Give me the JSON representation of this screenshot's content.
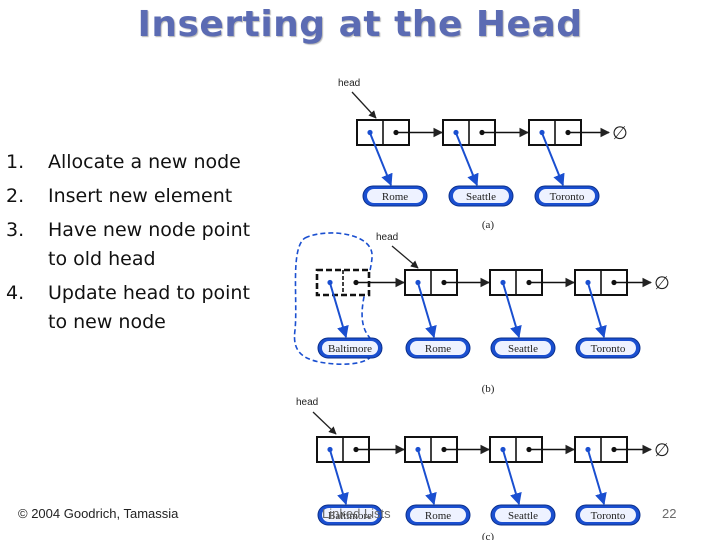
{
  "slide": {
    "title": "Inserting at the Head",
    "steps": [
      {
        "num": "1.",
        "text": "Allocate a new node"
      },
      {
        "num": "2.",
        "text": "Insert new element"
      },
      {
        "num": "3.",
        "text": "Have new node point to old head"
      },
      {
        "num": "4.",
        "text": "Update head to point to new node"
      }
    ],
    "footer_left": "© 2004 Goodrich, Tamassia",
    "footer_center": "Linked Lists",
    "page_number": "22"
  },
  "diagram": {
    "pointer_label": "head",
    "null_symbol": "∅",
    "panels": [
      {
        "caption": "(a)",
        "elements": [
          "Rome",
          "Seattle",
          "Toronto"
        ]
      },
      {
        "caption": "(b)",
        "elements": [
          "Baltimore",
          "Rome",
          "Seattle",
          "Toronto"
        ]
      },
      {
        "caption": "(c)",
        "elements": [
          "Baltimore",
          "Rome",
          "Seattle",
          "Toronto"
        ]
      }
    ]
  },
  "colors": {
    "title": "#5b6bb3",
    "arrow": "#1a4fd0",
    "element_fill": "#1a4fd0"
  }
}
